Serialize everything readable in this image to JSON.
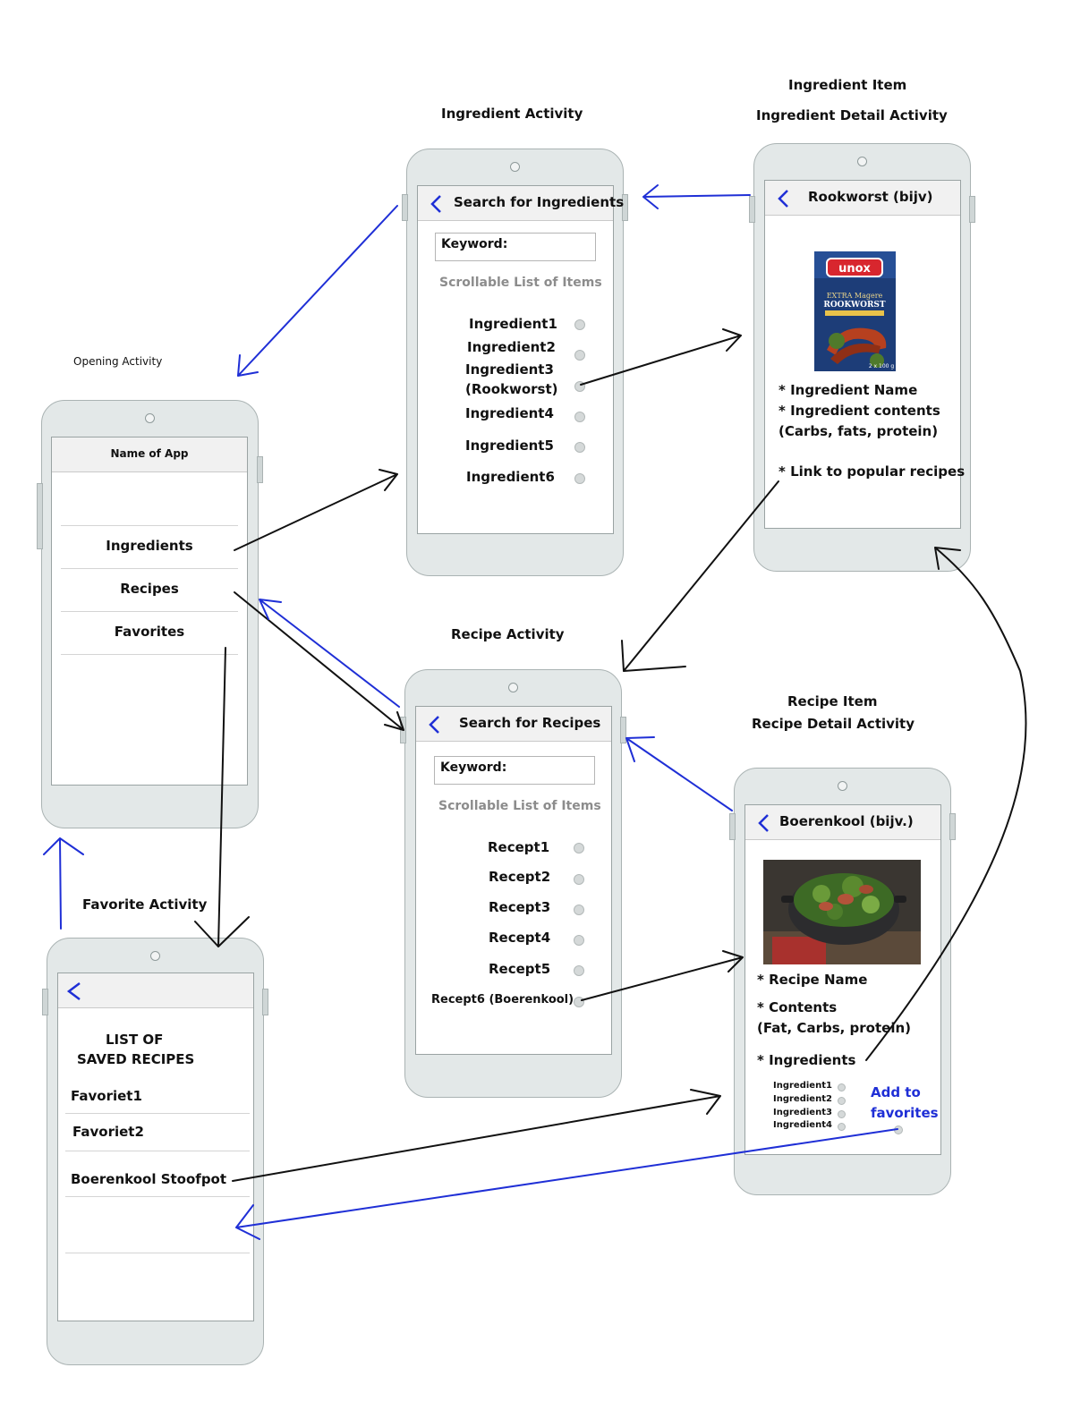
{
  "labels": {
    "opening": "Opening Activity",
    "ingredient_activity": "Ingredient Activity",
    "ingredient_item": "Ingredient Item",
    "ingredient_detail": "Ingredient Detail Activity",
    "recipe_activity": "Recipe Activity",
    "recipe_item": "Recipe Item",
    "recipe_detail": "Recipe Detail Activity",
    "favorite_activity": "Favorite Activity"
  },
  "opening_screen": {
    "title": "Name of App",
    "menu": [
      "Ingredients",
      "Recipes",
      "Favorites"
    ]
  },
  "ingredient_screen": {
    "title": "Search for Ingredients",
    "keyword": "Keyword:",
    "list_label": "Scrollable List of Items",
    "items": [
      "Ingredient1",
      "Ingredient2",
      "Ingredient3",
      "(Rookworst)",
      "Ingredient4",
      "Ingredient5",
      "Ingredient6"
    ]
  },
  "ingredient_detail_screen": {
    "title": "Rookworst (bijv)",
    "product_image": {
      "brand": "unox",
      "line1": "EXTRA Magere",
      "line2": "ROOKWORST",
      "line3": "2 x 100 g"
    },
    "info": [
      "* Ingredient Name",
      "* Ingredient contents",
      "(Carbs, fats, protein)",
      "* Link to popular recipes"
    ]
  },
  "recipe_screen": {
    "title": "Search for Recipes",
    "keyword": "Keyword:",
    "list_label": "Scrollable List of Items",
    "items": [
      "Recept1",
      "Recept2",
      "Recept3",
      "Recept4",
      "Recept5",
      "Recept6 (Boerenkool)"
    ]
  },
  "recipe_detail_screen": {
    "title": "Boerenkool (bijv.)",
    "info": [
      "* Recipe Name",
      "* Contents",
      "(Fat, Carbs, protein)",
      "* Ingredients"
    ],
    "ingredients": [
      "Ingredient1",
      "Ingredient2",
      "Ingredient3",
      "Ingredient4"
    ],
    "add_favorites_line1": "Add to",
    "add_favorites_line2": "favorites"
  },
  "favorite_screen": {
    "heading_line1": "LIST OF",
    "heading_line2": "SAVED RECIPES",
    "items": [
      "Favoriet1",
      "Favoriet2",
      "Boerenkool Stoofpot"
    ]
  },
  "colors": {
    "nav_arrow": "#1f2fd6",
    "flow_arrow": "#111111",
    "back_arrow": "#2a35d8",
    "link_text": "#1f2fd6"
  }
}
